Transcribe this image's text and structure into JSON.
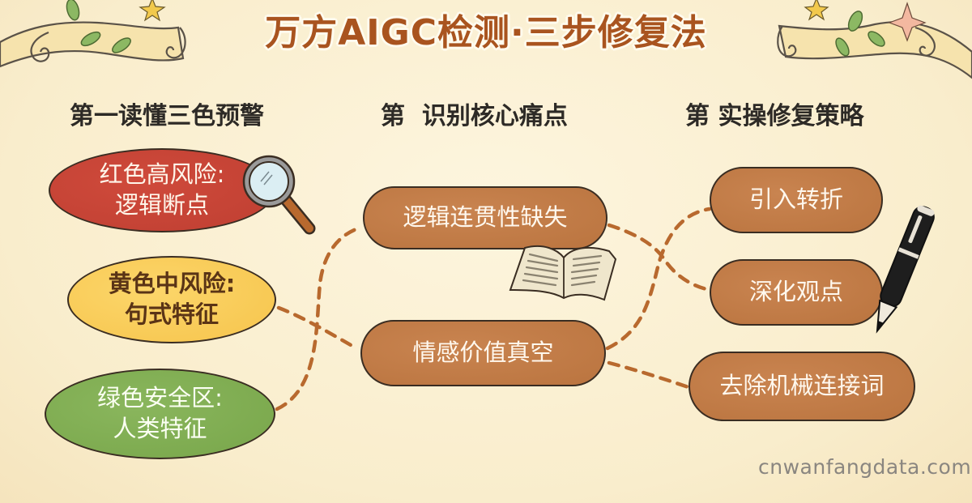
{
  "title": "万方AIGC检测·三步修复法",
  "colors": {
    "title": "#a9541f",
    "heading": "#2d2a26",
    "red_node": "#c7443a",
    "yellow_node": "#f8cb56",
    "green_node": "#82af54",
    "brown_node": "#c17c48",
    "connector": "#b8692e",
    "background": "#fbf1d6"
  },
  "steps": [
    {
      "heading": "第一读懂三色预警",
      "nodes": [
        {
          "line1": "红色高风险:",
          "line2": "逻辑断点",
          "color": "red"
        },
        {
          "line1": "黄色中风险:",
          "line2": "句式特征",
          "color": "yellow"
        },
        {
          "line1": "绿色安全区:",
          "line2": "人类特征",
          "color": "green"
        }
      ]
    },
    {
      "heading": "第  识别核心痛点",
      "nodes": [
        {
          "label": "逻辑连贯性缺失",
          "color": "brown"
        },
        {
          "label": "情感价值真空",
          "color": "brown"
        }
      ]
    },
    {
      "heading": "第 实操修复策略",
      "nodes": [
        {
          "label": "引入转折",
          "color": "brown"
        },
        {
          "label": "深化观点",
          "color": "brown"
        },
        {
          "label": "去除机械连接词",
          "color": "brown"
        }
      ]
    }
  ],
  "icons": {
    "magnifier": "magnifying-glass-icon",
    "book": "open-book-icon",
    "pen": "fountain-pen-icon",
    "decor_left": "ribbon-scroll-decoration",
    "decor_right": "ribbon-scroll-decoration"
  },
  "watermark": "cnwanfangdata.com"
}
